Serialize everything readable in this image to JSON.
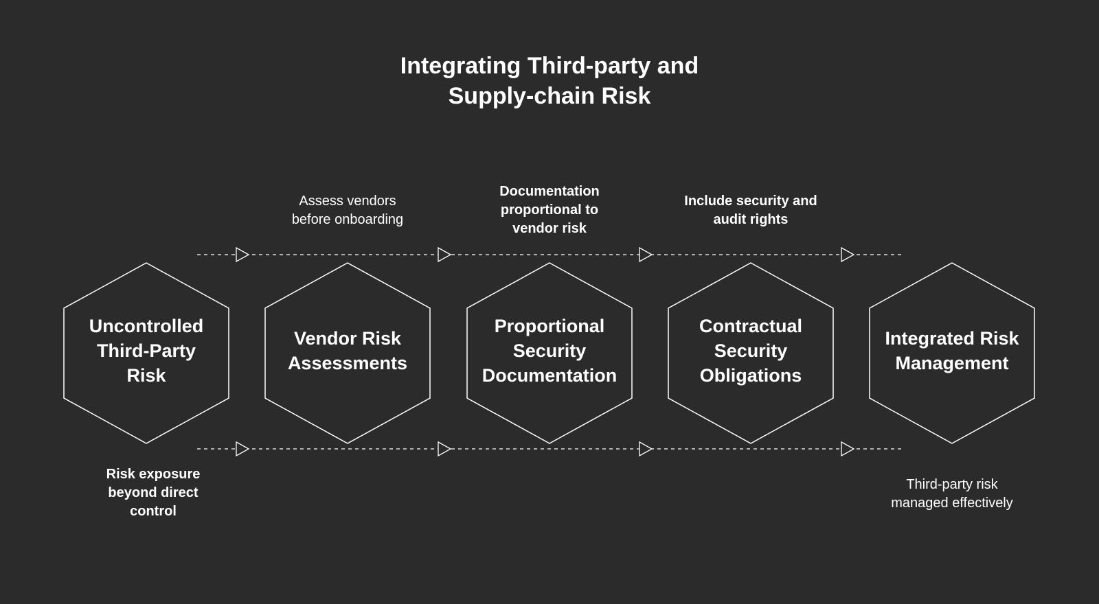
{
  "title": {
    "line1": "Integrating Third-party and",
    "line2": "Supply-chain Risk"
  },
  "stages": [
    {
      "lines": [
        "Uncontrolled",
        "Third-Party",
        "Risk"
      ]
    },
    {
      "lines": [
        "Vendor Risk",
        "Assessments"
      ]
    },
    {
      "lines": [
        "Proportional",
        "Security",
        "Documentation"
      ]
    },
    {
      "lines": [
        "Contractual",
        "Security",
        "Obligations"
      ]
    },
    {
      "lines": [
        "Integrated Risk",
        "Management"
      ]
    }
  ],
  "notes_top": [
    {
      "lines": [
        "Assess vendors",
        "before onboarding"
      ]
    },
    {
      "lines": [
        "Documentation",
        "proportional to",
        "vendor risk"
      ]
    },
    {
      "lines": [
        "Include security and",
        "audit rights"
      ]
    }
  ],
  "notes_bottom": [
    {
      "lines": [
        "Risk exposure",
        "beyond direct",
        "control"
      ]
    },
    {
      "lines": [
        "Third-party risk",
        "managed effectively"
      ]
    }
  ],
  "colors": {
    "background": "#2b2b2b",
    "stroke": "#ffffff",
    "text": "#ffffff"
  },
  "icons": {
    "connector_arrow": "triangle-arrow-right-icon"
  }
}
